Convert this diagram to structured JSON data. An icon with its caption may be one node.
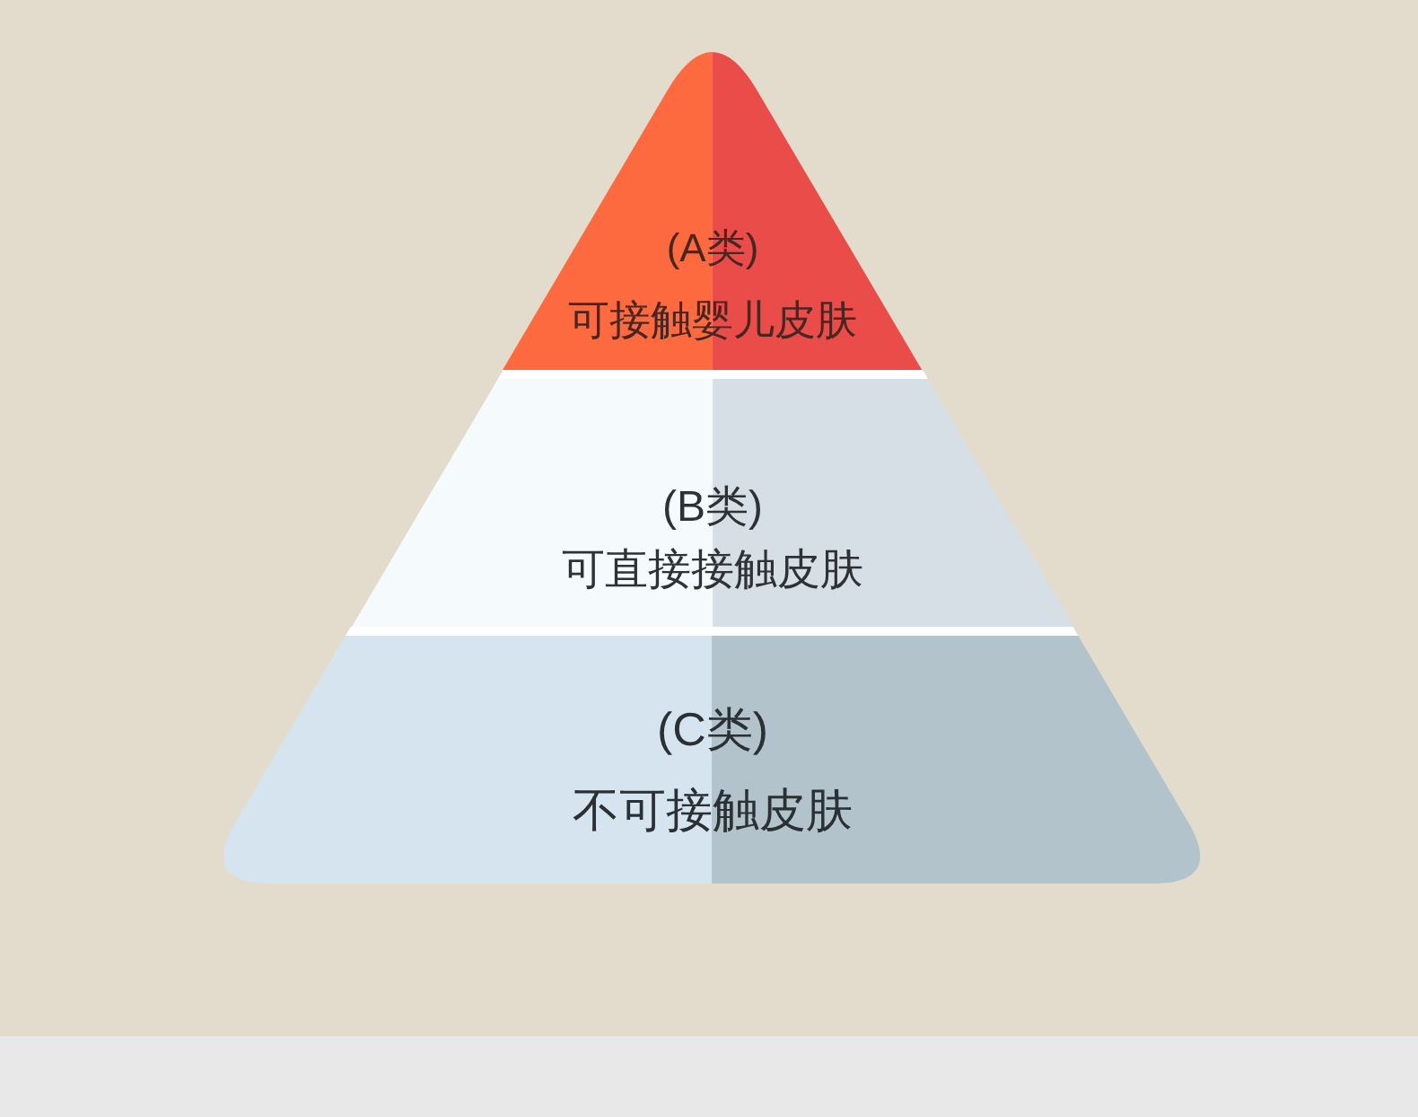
{
  "diagram": {
    "nodes": [
      {
        "text": [
          "(A类)",
          "可接触婴儿皮肤"
        ]
      },
      {
        "text": [
          "(B类)",
          "可直接接触皮肤"
        ]
      },
      {
        "text": [
          "(C类)",
          "不可接触皮肤"
        ]
      }
    ]
  }
}
